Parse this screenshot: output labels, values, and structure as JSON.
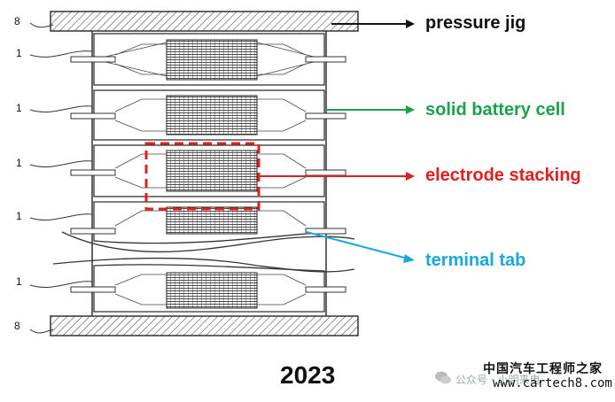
{
  "callouts": {
    "pressure_jig": "pressure jig",
    "solid_battery_cell": "solid battery cell",
    "electrode_stacking": "electrode stacking",
    "terminal_tab": "terminal tab"
  },
  "ref_labels": {
    "jig": "8",
    "cell": "1"
  },
  "year": "2023",
  "watermark": {
    "source_cn": "中国汽车工程师之家",
    "url": "www.cartech8.com",
    "account": "公众号 · 小明来电"
  },
  "colors": {
    "pressure_jig": "#111111",
    "solid_battery_cell": "#1aa14a",
    "electrode_stacking": "#e02020",
    "terminal_tab": "#1aa6e0",
    "drawing_line": "#333333"
  },
  "icons": [
    "wechat-logo-icon"
  ]
}
